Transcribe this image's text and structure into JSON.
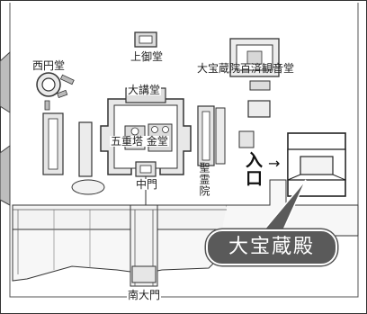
{
  "labels": {
    "saiendo": "西円堂",
    "kamimido": "上御堂",
    "daihozoin": "大宝蔵院百済観音堂",
    "daikodo": "大講堂",
    "goju_kondo": "五重塔 金堂",
    "chumon": "中門",
    "shoryoin": "聖霊院",
    "nandaimon": "南大門",
    "entrance": "入口",
    "entrance_arrow": "→",
    "daihoden": "大宝蔵殿"
  },
  "colors": {
    "ink": "#222222",
    "paper": "#ffffff",
    "road_fill": "#f4f4f4",
    "callout_fill": "#5a5a5a"
  }
}
